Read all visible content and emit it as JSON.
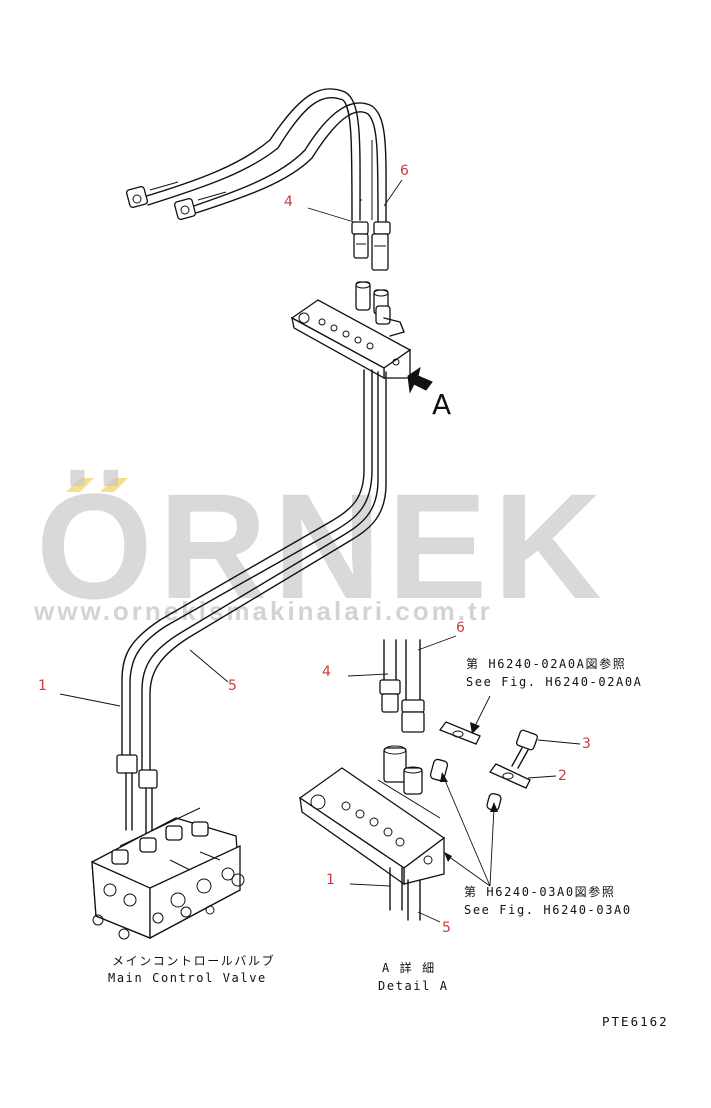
{
  "callouts": {
    "c1_top": "1",
    "c5_top": "5",
    "c4_top": "4",
    "c6_top": "6",
    "c4_detail": "4",
    "c6_detail": "6",
    "c3_detail": "3",
    "c2_detail": "2",
    "c1_detail": "1",
    "c5_detail": "5"
  },
  "view_marker": "A",
  "refs": {
    "ref1_jp": "第 H6240-02A0A図参照",
    "ref1_en": "See Fig. H6240-02A0A",
    "ref2_jp": "第 H6240-03A0図参照",
    "ref2_en": "See Fig. H6240-03A0"
  },
  "captions": {
    "valve_jp": "メインコントロールバルブ",
    "valve_en": "Main Control Valve",
    "detail_jp": "A 詳 細",
    "detail_en": "Detail A"
  },
  "drawing_code": "PTE6162",
  "watermark": {
    "brand": "ÖRNEK",
    "url": "www.ornekismakinalari.com.tr"
  }
}
